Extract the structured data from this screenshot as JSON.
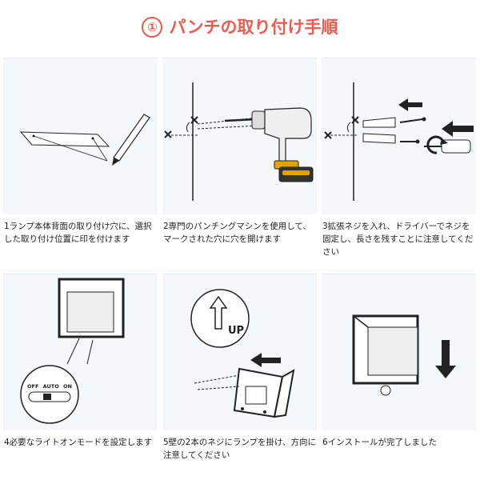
{
  "title": {
    "number": "①",
    "text": "パンチの取り付け手順"
  },
  "steps": [
    {
      "caption": "1ランプ本体背面の取り付け穴に、選択した取り付け位置に印を付けます"
    },
    {
      "caption": "2専門のパンチングマシンを使用して、マークされた穴に穴を開けます"
    },
    {
      "caption": "3拡張ネジを入れ、ドライバーでネジを固定し、長さを残すことに注意してください"
    },
    {
      "caption": "4必要なライトオンモードを設定します"
    },
    {
      "caption": "5壁の2本のネジにランプを掛け、方向に注意してください"
    },
    {
      "caption": "6インストールが完了しました"
    }
  ],
  "switch_labels": {
    "off": "OFF",
    "auto": "AUTO",
    "on": "ON"
  },
  "up_label": "UP",
  "colors": {
    "accent": "#ef5b4c",
    "panel_bg": "#f4f8fb",
    "line": "#222222"
  }
}
